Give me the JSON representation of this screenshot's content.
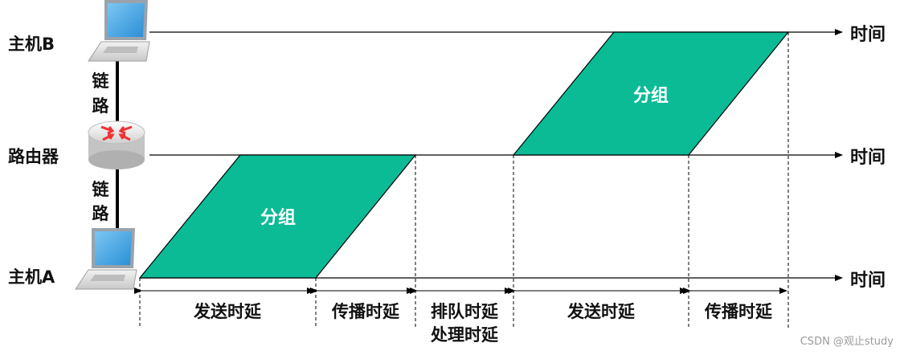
{
  "nodes": {
    "host_b": "主机B",
    "router": "路由器",
    "host_a": "主机A"
  },
  "links": {
    "upper": [
      "链",
      "路"
    ],
    "lower": [
      "链",
      "路"
    ]
  },
  "time_axis_label": "时间",
  "packets": {
    "lower": "分组",
    "upper": "分组"
  },
  "delays": {
    "tx1": "发送时延",
    "prop1": "传播时延",
    "queue": "排队时延",
    "proc": "处理时延",
    "tx2": "发送时延",
    "prop2": "传播时延"
  },
  "watermark": "CSDN @观止study",
  "colors": {
    "packet_fill": "#0abb96",
    "line": "#000000",
    "label_text": "#111111"
  },
  "icons": {
    "host_b": "laptop-icon",
    "router": "router-icon",
    "host_a": "laptop-icon"
  }
}
